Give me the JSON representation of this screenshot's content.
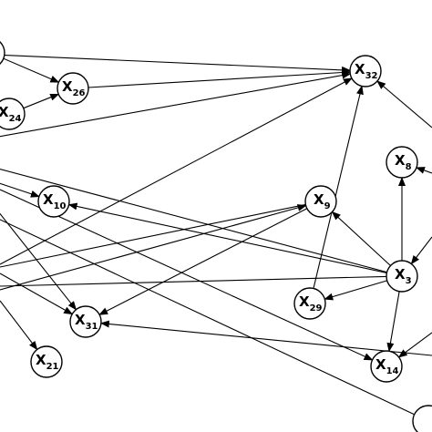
{
  "graph": {
    "nodes": [
      {
        "id": "x32",
        "base": "X",
        "sub": "32"
      },
      {
        "id": "x26",
        "base": "X",
        "sub": "26"
      },
      {
        "id": "x24",
        "base": "X",
        "sub": "24"
      },
      {
        "id": "x8",
        "base": "X",
        "sub": "8"
      },
      {
        "id": "x9",
        "base": "X",
        "sub": "9"
      },
      {
        "id": "x10",
        "base": "X",
        "sub": "10"
      },
      {
        "id": "x3",
        "base": "X",
        "sub": "3"
      },
      {
        "id": "x29",
        "base": "X",
        "sub": "29"
      },
      {
        "id": "x31",
        "base": "X",
        "sub": "31"
      },
      {
        "id": "x21",
        "base": "X",
        "sub": "21"
      },
      {
        "id": "x14",
        "base": "X",
        "sub": "14"
      }
    ],
    "edges": [
      {
        "from": "edge-top-left-1",
        "to": "x32"
      },
      {
        "from": "edge-top-left-1",
        "to": "x26"
      },
      {
        "from": "x26",
        "to": "x32"
      },
      {
        "from": "x24",
        "to": "x26"
      },
      {
        "from": "edge-left-2",
        "to": "x32"
      },
      {
        "from": "edge-left-3",
        "to": "x32"
      },
      {
        "from": "x29",
        "to": "x32"
      },
      {
        "from": "x9",
        "to": "x31"
      },
      {
        "from": "x9",
        "to": "edge-left-4"
      },
      {
        "from": "x3",
        "to": "x9"
      },
      {
        "from": "x3",
        "to": "x8"
      },
      {
        "from": "x3",
        "to": "x29"
      },
      {
        "from": "x3",
        "to": "x14"
      },
      {
        "from": "x3",
        "to": "x10"
      },
      {
        "from": "x3",
        "to": "edge-left-5"
      },
      {
        "from": "x3",
        "to": "edge-left-6"
      },
      {
        "from": "edge-left-7",
        "to": "x9"
      },
      {
        "from": "edge-left-8",
        "to": "x31"
      },
      {
        "from": "edge-left-9",
        "to": "x21"
      },
      {
        "from": "edge-left-10",
        "to": "x31"
      },
      {
        "from": "edge-right-1",
        "to": "x31"
      },
      {
        "from": "edge-right-2",
        "to": "x14"
      },
      {
        "from": "edge-right-3",
        "to": "x8"
      },
      {
        "from": "edge-right-4",
        "to": "x32"
      },
      {
        "from": "edge-right-5",
        "to": "x3"
      },
      {
        "from": "edge-left-11",
        "to": "x14"
      },
      {
        "from": "edge-left-12",
        "to": "x10"
      },
      {
        "from": "edge-left-13",
        "to": "edge-bottom-right"
      }
    ]
  }
}
